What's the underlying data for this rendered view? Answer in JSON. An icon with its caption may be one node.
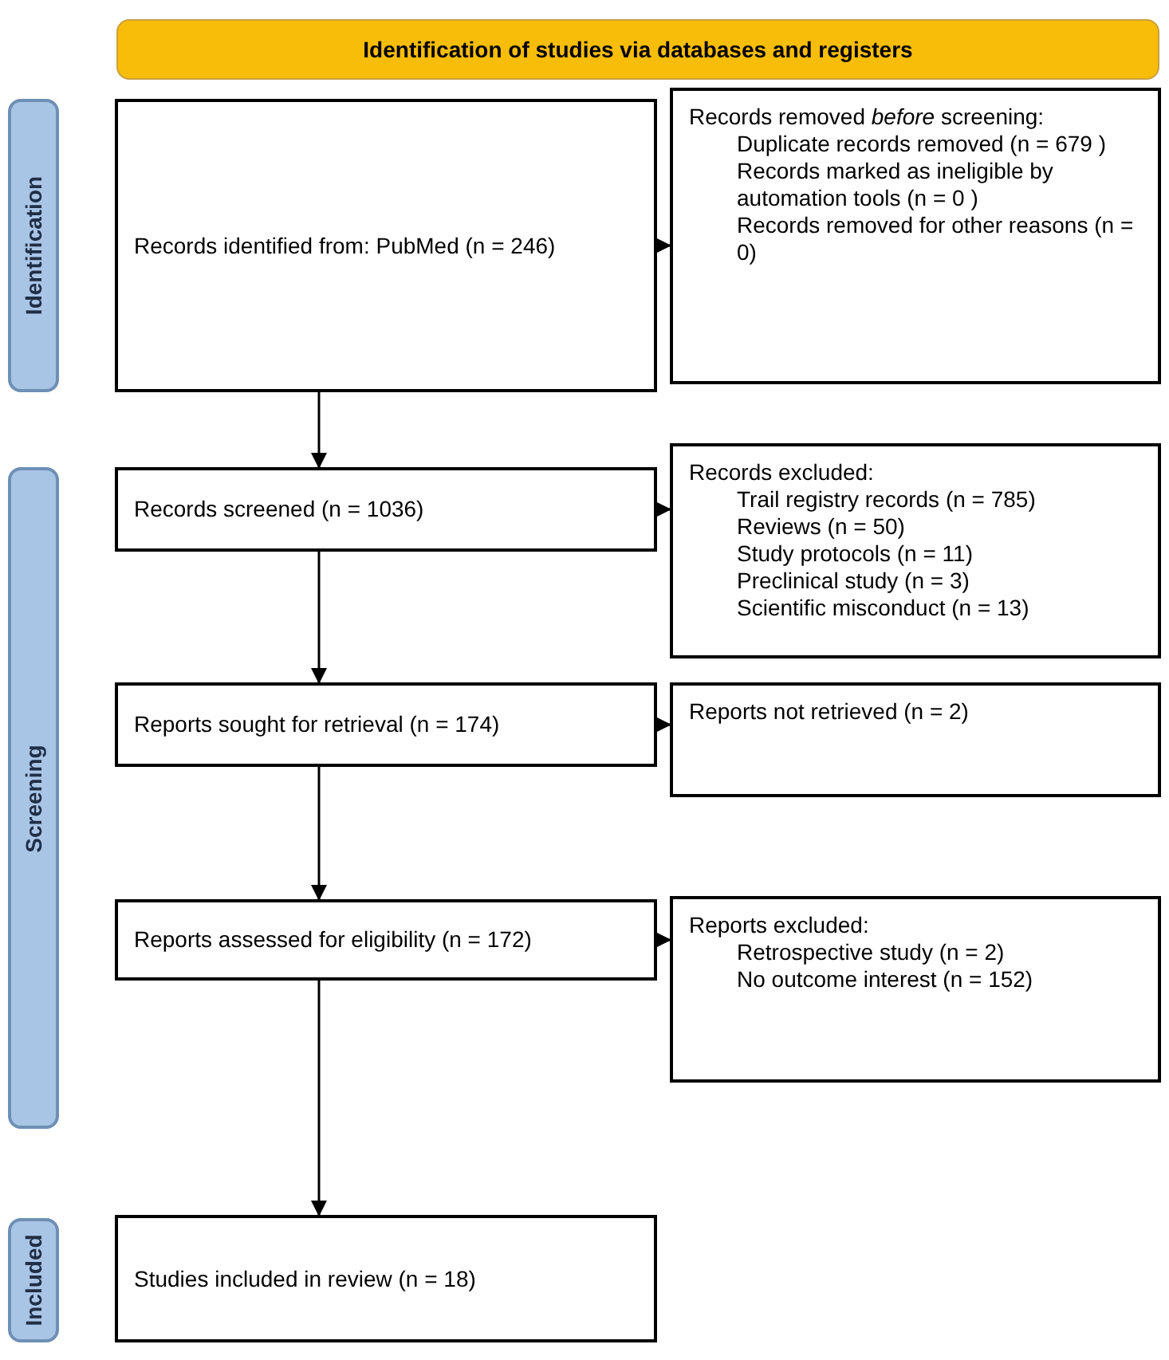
{
  "diagram": {
    "nodes": [
      {
        "text": [
          "Identification of studies via databases and registers"
        ]
      },
      {
        "text": [
          "Identification"
        ]
      },
      {
        "text": [
          "Records identified from: PubMed (n = 246)"
        ]
      },
      {
        "text": [
          "Records removed *before* screening:",
          "Duplicate records removed (n = 679 )",
          "Records marked as ineligible by automation tools (n = 0 )",
          "Records removed for other reasons (n = 0)"
        ]
      },
      {
        "text": [
          "Screening"
        ]
      },
      {
        "text": [
          "Records screened (n = 1036)"
        ]
      },
      {
        "text": [
          "Records excluded:",
          "Trail registry records (n = 785)",
          "Reviews (n = 50)",
          "Study protocols (n = 11)",
          "Preclinical study (n = 3)",
          "Scientific misconduct (n = 13)"
        ]
      },
      {
        "text": [
          "Reports sought for retrieval (n = 174)"
        ]
      },
      {
        "text": [
          "Reports not retrieved (n = 2)"
        ]
      },
      {
        "text": [
          "Reports assessed for eligibility (n = 172)"
        ]
      },
      {
        "text": [
          "Reports excluded:",
          "Retrospective study (n = 2)",
          "No outcome interest (n = 152)"
        ]
      },
      {
        "text": [
          "Included"
        ]
      },
      {
        "text": [
          "Studies included in review (n = 18)"
        ]
      }
    ],
    "edges": [
      {
        "from": 2,
        "to": 3,
        "arrow": "to"
      },
      {
        "from": 2,
        "to": 5,
        "arrow": "to"
      },
      {
        "from": 5,
        "to": 6,
        "arrow": "to"
      },
      {
        "from": 5,
        "to": 7,
        "arrow": "to"
      },
      {
        "from": 7,
        "to": 8,
        "arrow": "to"
      },
      {
        "from": 7,
        "to": 9,
        "arrow": "to"
      },
      {
        "from": 9,
        "to": 10,
        "arrow": "to"
      },
      {
        "from": 9,
        "to": 12,
        "arrow": "to"
      }
    ]
  }
}
